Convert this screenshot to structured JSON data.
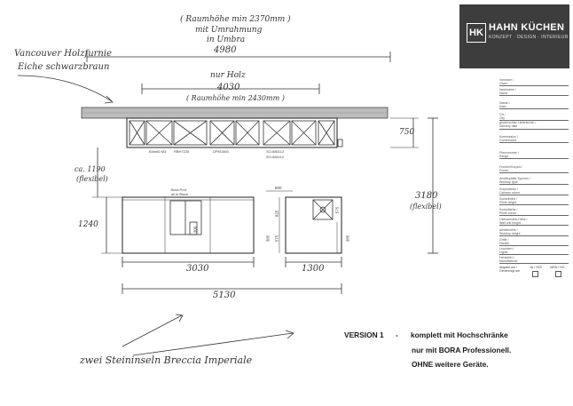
{
  "annotations": {
    "room_height_top": "( Raumhöhe min 2370mm )",
    "with_frame": "mit Umrahmung",
    "in_total": "in Umbra",
    "dim_total_top": "4980",
    "wood_label": "nur Holz",
    "dim_wood": "4030",
    "room_height_wood": "( Raumhöhe min 2430mm )",
    "material_line1": "Vancouver Holzfurnie",
    "material_line2": "Eiche schwarzbraun",
    "dim_height_right": "750",
    "dim_cabinet_height": "ca. 1190",
    "dim_cabinet_height_note": "(flexibel)",
    "dim_depth": "1240",
    "dim_right_total": "3180",
    "dim_right_total_note": "(flexibel)",
    "dim_island1": "3030",
    "dim_island2": "1300",
    "dim_overall": "5130",
    "stone_islands": "zwei Steininseln Breccia Imperiale"
  },
  "technical_labels": {
    "cab_label_1": "B4m60 M3",
    "cab_label_2": "RBH7225",
    "cab_label_3": "DPM1560",
    "cab_label_4": "SO-680112",
    "cab_label_5": "SO-684112",
    "bora_line1": "Bora Prof.",
    "bora_line2": "all in Block",
    "dim_800": "800",
    "dim_825": "825",
    "dim_575": "575",
    "dim_385a": "385",
    "dim_575b": "575",
    "dim_385b": "385",
    "dim_300": "300"
  },
  "brand": {
    "mark": "HK",
    "name": "HAHN KÜCHEN",
    "tagline": "KONZEPT · DESIGN · INTERIEUR"
  },
  "form_fields": [
    {
      "label": "Vorname /\nGiven"
    },
    {
      "label": "Nachname /\nName"
    },
    {
      "label": "Datum /\nDate"
    },
    {
      "label": "Ort /\nCity"
    },
    {
      "label": "gewünschter Liefertermin /\nDelivery date"
    },
    {
      "label": "Kommission /\nCommission"
    },
    {
      "label": "Plannummer /\nRange"
    },
    {
      "label": "Fronten/Korpus /\nFronts"
    },
    {
      "label": "Arbeitsplatte Typ/mm /\nWorktop type"
    },
    {
      "label": "Korpusfarbe /\nCarcass colour"
    },
    {
      "label": "Sockelhöhe /\nPlinth height"
    },
    {
      "label": "Sockelfarbe /\nPlinth colour"
    },
    {
      "label": "Oberschrank-Höhe /\nWall unit height"
    },
    {
      "label": "Arbeitshöhe /\nWorktop height"
    },
    {
      "label": "Griffe /\nHandle"
    },
    {
      "label": "Leuchten /\nLights"
    },
    {
      "label": "Hersteller /\nManufacturer"
    }
  ],
  "approval": {
    "text": "Abgabe am /\nGenehmigt am",
    "option1": "JA / YES",
    "option2": "NEIN / NO"
  },
  "version": {
    "label": "VERSION 1",
    "dash": "-",
    "line1": "komplett mit Hochschränke",
    "line2": "nur mit BORA Professionell.",
    "line3": "OHNE weitere Geräte."
  }
}
